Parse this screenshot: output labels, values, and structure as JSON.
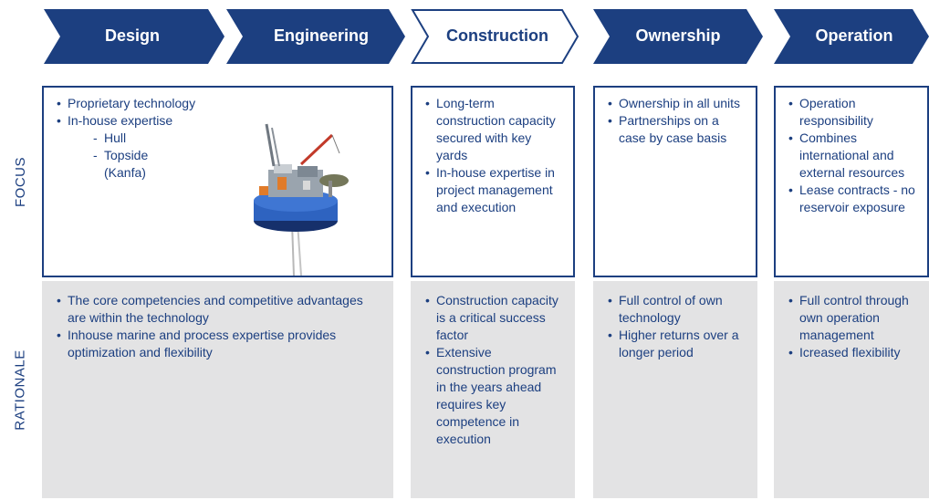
{
  "stages": [
    {
      "label": "Design"
    },
    {
      "label": "Engineering"
    },
    {
      "label": "Construction"
    },
    {
      "label": "Ownership"
    },
    {
      "label": "Operation"
    }
  ],
  "rows": {
    "focus": "FOCUS",
    "rationale": "RATIONALE"
  },
  "focus": {
    "design_engineering": {
      "items": [
        "Proprietary technology",
        "In-house expertise"
      ],
      "sub_items": [
        "Hull",
        "Topside",
        "(Kanfa)"
      ]
    },
    "construction": [
      "Long-term construction capacity secured with key yards",
      "In-house expertise in project management and execution"
    ],
    "ownership": [
      "Ownership in all units",
      "Partnerships on a case by case basis"
    ],
    "operation": [
      "Operation responsibility",
      "Combines international and external resources",
      "Lease contracts - no reservoir exposure"
    ]
  },
  "rationale": {
    "design_engineering": [
      "The core competencies and competitive advantages are within the technology",
      "Inhouse marine and process expertise provides optimization and flexibility"
    ],
    "construction": [
      "Construction capacity is a critical success factor",
      "Extensive construction program in the years ahead requires key competence in execution"
    ],
    "ownership": [
      "Full control of own technology",
      "Higher returns over a longer period"
    ],
    "operation": [
      "Full control through own operation management",
      "Icreased flexibility"
    ]
  },
  "colors": {
    "navy": "#1c3f80",
    "panel_gray": "#e3e3e4",
    "white": "#ffffff"
  },
  "icons": {
    "platform_image": "floating-production-platform-icon"
  }
}
